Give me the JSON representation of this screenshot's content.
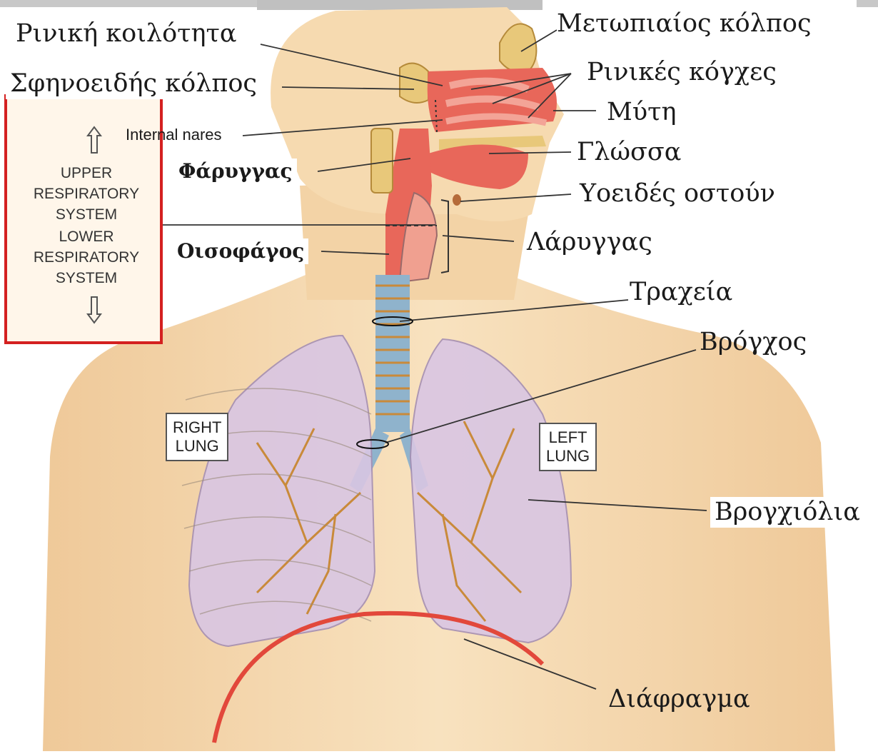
{
  "labels": {
    "nasal_cavity": "Ρινική κοιλότητα",
    "frontal_sinus": "Μετωπιαίος κόλπος",
    "sphenoid_sinus": "Σφηνοειδής κόλπος",
    "nasal_conchae": "Ρινικές κόγχες",
    "nose": "Μύτη",
    "internal_nares": "Internal nares",
    "tongue": "Γλώσσα",
    "pharynx": "Φάρυγγας",
    "hyoid_bone": "Υοειδές οστούν",
    "larynx": "Λάρυγγας",
    "esophagus": "Οισοφάγος",
    "trachea": "Τραχεία",
    "bronchus": "Βρόγχος",
    "bronchioles": "Βρογχιόλια",
    "diaphragm": "Διάφραγμα"
  },
  "system_panel": {
    "upper": [
      "UPPER",
      "RESPIRATORY",
      "SYSTEM"
    ],
    "lower": [
      "LOWER",
      "RESPIRATORY",
      "SYSTEM"
    ]
  },
  "lungs": {
    "right": [
      "RIGHT",
      "LUNG"
    ],
    "left": [
      "LEFT",
      "LUNG"
    ]
  },
  "colors": {
    "skin": "#f5d9ad",
    "skin_shadow": "#e9bf8a",
    "mucosa": "#e8675a",
    "lung": "#d9c6e3",
    "trachea": "#8fb3cc",
    "bronchial_tree": "#c98a3a",
    "diaphragm": "#e2483b",
    "panel_border": "#d42020"
  }
}
